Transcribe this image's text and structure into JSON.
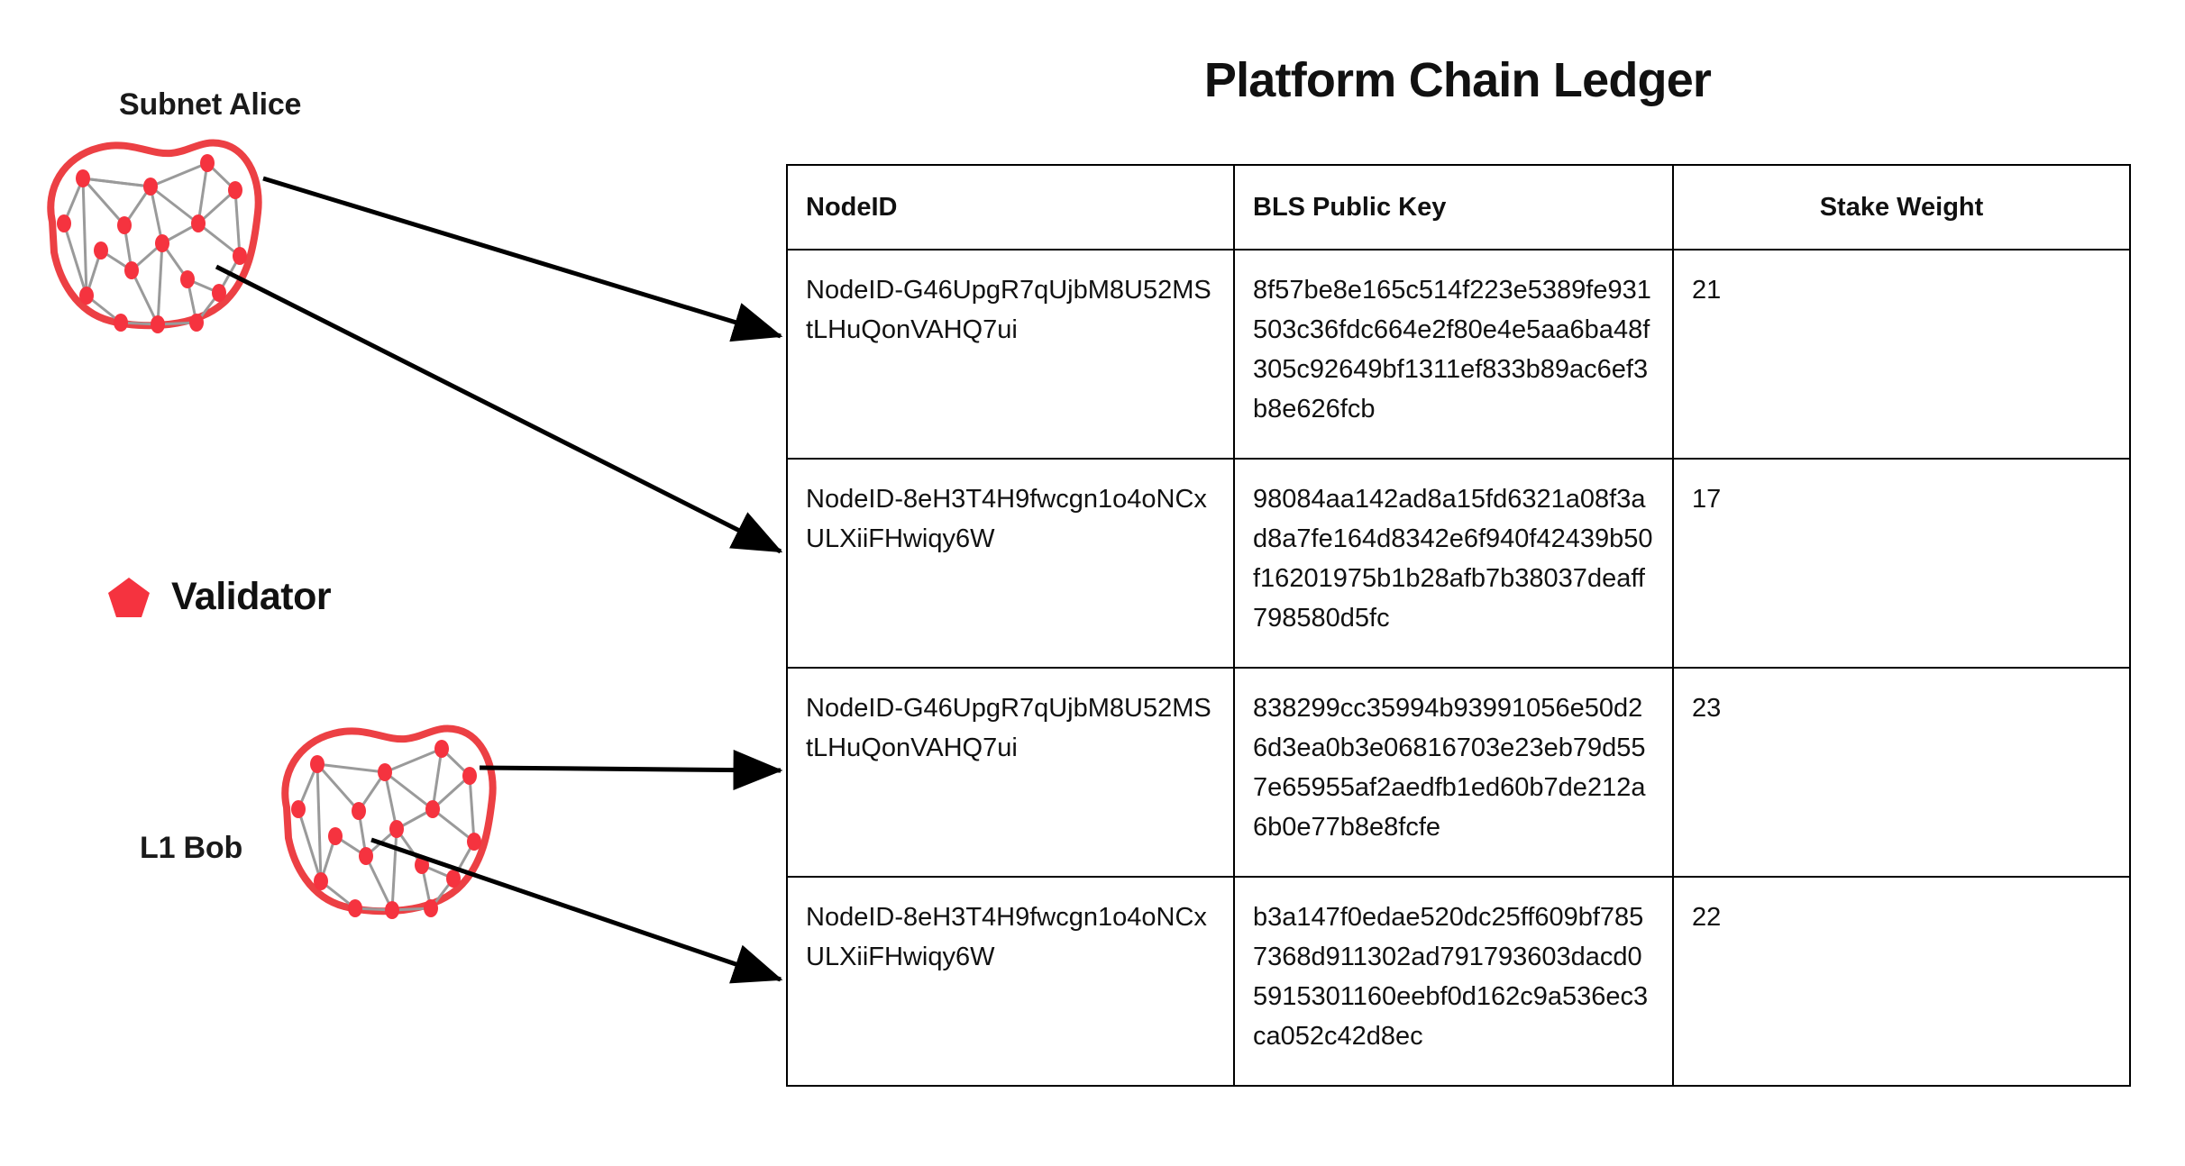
{
  "title": "Platform Chain Ledger",
  "left_panel": {
    "subnet_label": "Subnet Alice",
    "l1_label": "L1 Bob",
    "legend": {
      "icon": "pentagon-icon",
      "label": "Validator",
      "color": "#F5333F"
    },
    "blob_outline_color": "#EC4044",
    "node_color": "#F5333F",
    "edge_color": "#9A9A9A"
  },
  "table": {
    "columns": [
      "NodeID",
      "BLS Public Key",
      "Stake Weight"
    ],
    "rows": [
      {
        "nodeid": "NodeID-G46UpgR7qUjbM8U52MStLHuQonVAHQ7ui",
        "bls": "8f57be8e165c514f223e5389fe931503c36fdc664e2f80e4e5aa6ba48f305c92649bf1311ef833b89ac6ef3b8e626fcb",
        "stake": "21"
      },
      {
        "nodeid": "NodeID-8eH3T4H9fwcgn1o4oNCxULXiiFHwiqy6W",
        "bls": "98084aa142ad8a15fd6321a08f3ad8a7fe164d8342e6f940f42439b50f16201975b1b28afb7b38037deaff798580d5fc",
        "stake": "17"
      },
      {
        "nodeid": "NodeID-G46UpgR7qUjbM8U52MStLHuQonVAHQ7ui",
        "bls": "838299cc35994b93991056e50d26d3ea0b3e06816703e23eb79d557e65955af2aedfb1ed60b7de212a6b0e77b8e8fcfe",
        "stake": "23"
      },
      {
        "nodeid": "NodeID-8eH3T4H9fwcgn1o4oNCxULXiiFHwiqy6W",
        "bls": "b3a147f0edae520dc25ff609bf7857368d911302ad791793603dacd05915301160eebf0d162c9a536ec3ca052c42d8ec",
        "stake": "22"
      }
    ]
  }
}
